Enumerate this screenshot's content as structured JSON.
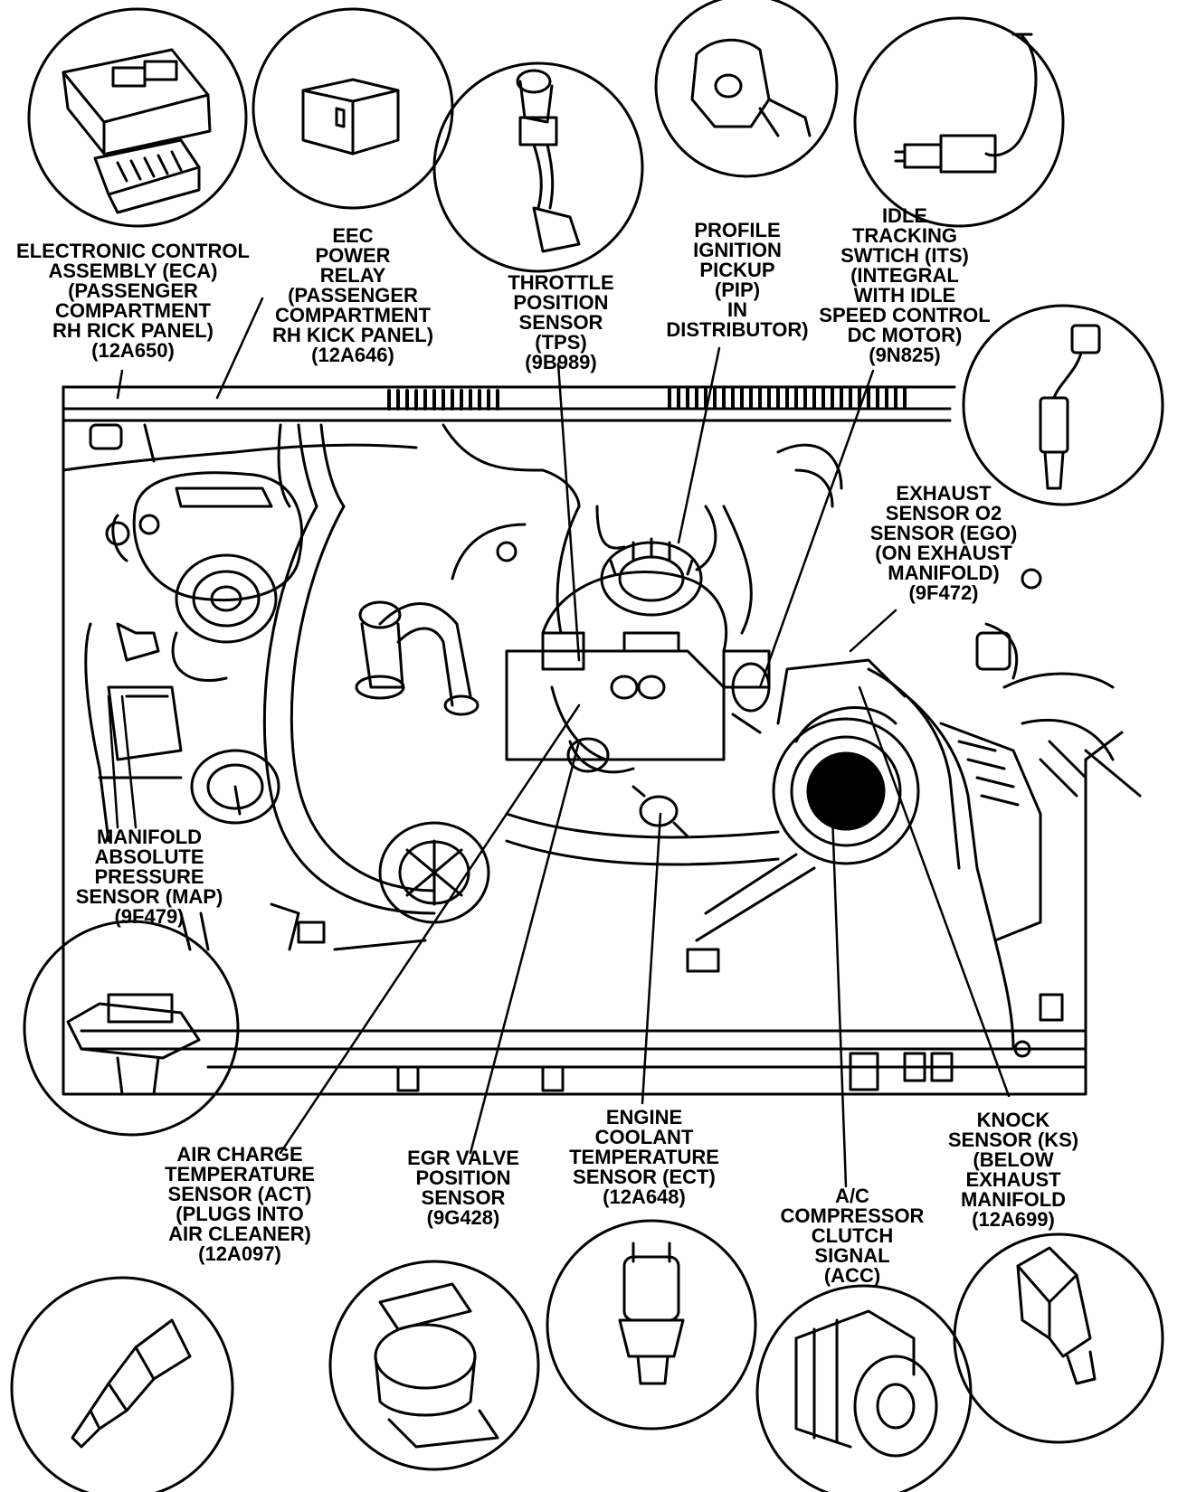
{
  "labels": {
    "eca": [
      "ELECTRONIC CONTROL",
      "ASSEMBLY (ECA)",
      "(PASSENGER",
      "COMPARTMENT",
      "RH RICK PANEL)",
      "(12A650)"
    ],
    "eec_relay": [
      "EEC",
      "POWER",
      "RELAY",
      "(PASSENGER",
      "COMPARTMENT",
      "RH KICK PANEL)",
      "(12A646)"
    ],
    "tps": [
      "THROTTLE",
      "POSITION",
      "SENSOR",
      "(TPS)",
      "(9B989)"
    ],
    "pip": [
      "PROFILE",
      "IGNITION",
      "PICKUP",
      "(PIP)",
      "IN",
      "DISTRIBUTOR)"
    ],
    "its": [
      "IDLE",
      "TRACKING",
      "SWTICH (ITS)",
      "(INTEGRAL",
      "WITH IDLE",
      "SPEED CONTROL",
      "DC MOTOR)",
      "(9N825)"
    ],
    "ego": [
      "EXHAUST",
      "SENSOR O2",
      "SENSOR (EGO)",
      "(ON EXHAUST",
      "MANIFOLD)",
      "(9F472)"
    ],
    "map": [
      "MANIFOLD",
      "ABSOLUTE",
      "PRESSURE",
      "SENSOR (MAP)",
      "(9F479)"
    ],
    "act": [
      "AIR CHARGE",
      "TEMPERATURE",
      "SENSOR (ACT)",
      "(PLUGS INTO",
      "AIR CLEANER)",
      "(12A097)"
    ],
    "egr": [
      "EGR VALVE",
      "POSITION",
      "SENSOR",
      "(9G428)"
    ],
    "ect": [
      "ENGINE",
      "COOLANT",
      "TEMPERATURE",
      "SENSOR (ECT)",
      "(12A648)"
    ],
    "acc": [
      "A/C",
      "COMPRESSOR",
      "CLUTCH",
      "SIGNAL",
      "(ACC)"
    ],
    "ks": [
      "KNOCK",
      "SENSOR (KS)",
      "(BELOW",
      "EXHAUST",
      "MANIFOLD",
      "(12A699)"
    ]
  }
}
